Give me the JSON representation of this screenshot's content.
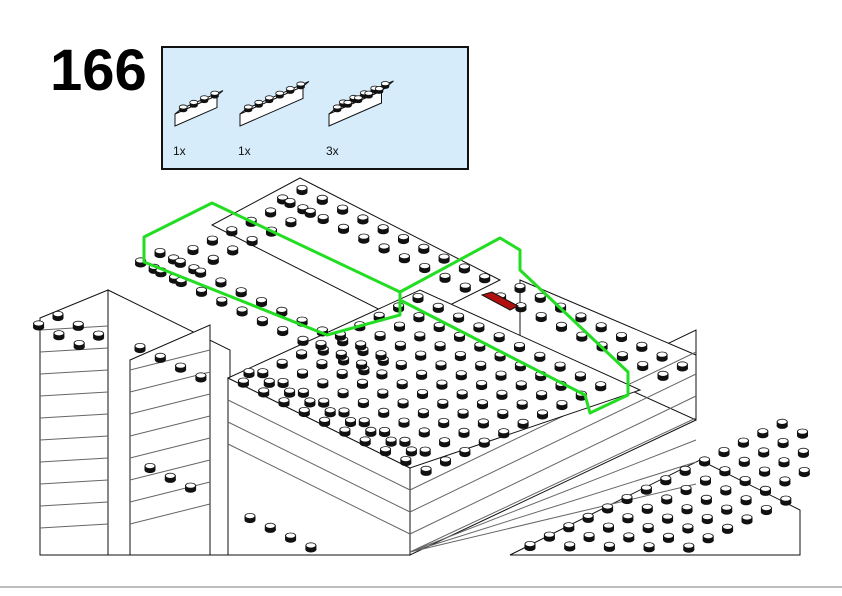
{
  "step": {
    "number": "166"
  },
  "parts_list": {
    "items": [
      {
        "part": "brick-1x4",
        "studs": 4,
        "quantity": "1x"
      },
      {
        "part": "brick-1x6",
        "studs": 6,
        "quantity": "1x"
      },
      {
        "part": "brick-2x10",
        "studs": 10,
        "quantity": "3x"
      }
    ]
  },
  "colors": {
    "highlight": "#22dd22",
    "parts_bg": "#d6ecfb",
    "brick": "#ffffff",
    "accent_piece": "#b01010"
  }
}
